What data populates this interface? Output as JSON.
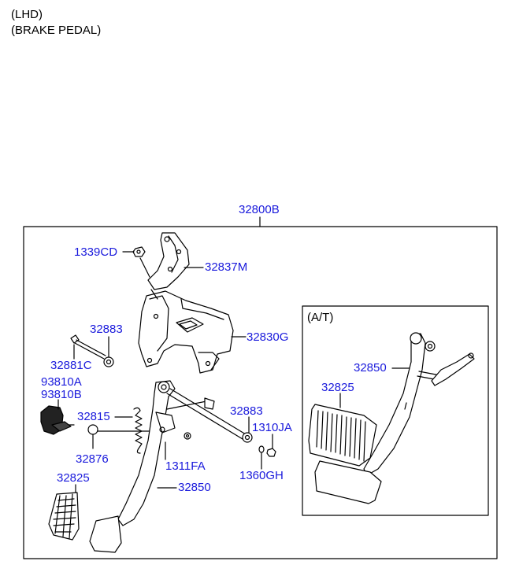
{
  "header": {
    "line1": "(LHD)",
    "line2": "(BRAKE PEDAL)"
  },
  "assembly": {
    "part_no": "32800B"
  },
  "inset": {
    "title": "(A/T)"
  },
  "parts": {
    "p1339CD": "1339CD",
    "p32837M": "32837M",
    "p32830G": "32830G",
    "p32883a": "32883",
    "p32881C": "32881C",
    "p93810A": "93810A",
    "p93810B": "93810B",
    "p32815": "32815",
    "p32883b": "32883",
    "p1310JA": "1310JA",
    "p32876": "32876",
    "p1311FA": "1311FA",
    "p1360GH": "1360GH",
    "p32825": "32825",
    "p32850": "32850",
    "at32850": "32850",
    "at32825": "32825"
  },
  "colors": {
    "label": "#1a1adc",
    "line": "#000000"
  }
}
